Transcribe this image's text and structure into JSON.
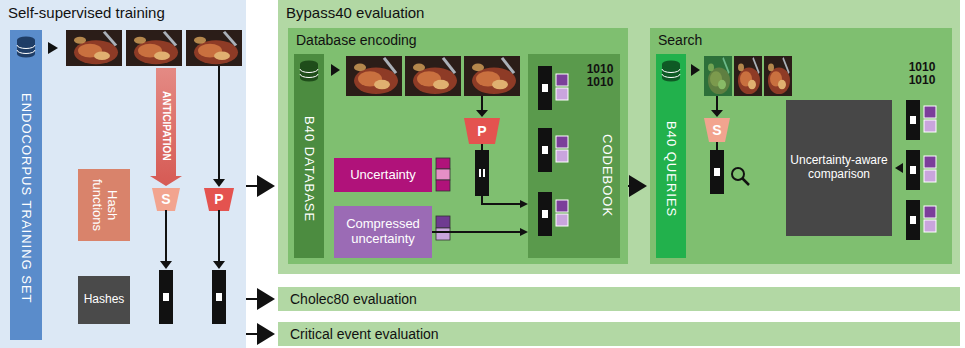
{
  "diagram": {
    "nodes": [
      {
        "text": [
          "Self-supervised training"
        ]
      },
      {
        "text": [
          "ENDOCORPUS TRAINING SET"
        ],
        "in": 0
      },
      {
        "text": [
          "Hash functions"
        ],
        "in": 0
      },
      {
        "text": [
          "S"
        ],
        "in": 0
      },
      {
        "text": [
          "P"
        ],
        "in": 0
      },
      {
        "text": [
          "Hashes"
        ],
        "in": 0
      },
      {
        "text": [
          "Bypass40 evaluation"
        ]
      },
      {
        "text": [
          "Database encoding"
        ],
        "in": 6
      },
      {
        "text": [
          "B40 DATABASE"
        ],
        "in": 7
      },
      {
        "text": [
          "P"
        ],
        "in": 7
      },
      {
        "text": [
          "Uncertainty"
        ],
        "in": 7
      },
      {
        "text": [
          "Compressed uncertainty"
        ],
        "in": 7
      },
      {
        "text": [
          "CODEBOOK"
        ],
        "in": 7
      },
      {
        "text": [
          "Search"
        ],
        "in": 6
      },
      {
        "text": [
          "B40 QUERIES"
        ],
        "in": 13
      },
      {
        "text": [
          "S"
        ],
        "in": 13
      },
      {
        "text": [
          "Uncertainty-aware comparison"
        ],
        "in": 13
      },
      {
        "text": [
          "Cholec80 evaluation"
        ]
      },
      {
        "text": [
          "Critical event evaluation"
        ]
      }
    ],
    "edges": [
      {
        "from": 0,
        "to": 6,
        "arrow": "to"
      },
      {
        "from": 0,
        "to": 17,
        "arrow": "to"
      },
      {
        "from": 0,
        "to": 18,
        "arrow": "to"
      },
      {
        "from": 7,
        "to": 13,
        "arrow": "to"
      },
      {
        "from": 9,
        "to": 12,
        "arrow": "to"
      },
      {
        "from": 11,
        "to": 12,
        "arrow": "to"
      }
    ],
    "labels": [
      "ANTICIPATION",
      "1010 1010",
      "1010 1010"
    ]
  }
}
